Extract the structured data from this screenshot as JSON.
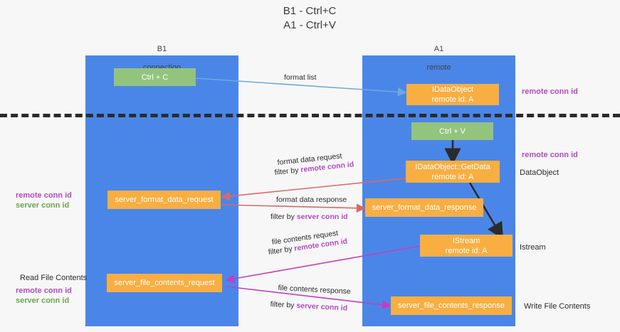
{
  "heading": {
    "line1": "B1 - Ctrl+C",
    "line2": "A1 - Ctrl+V"
  },
  "lanes": [
    {
      "id": "b1",
      "title_line1": "B1",
      "title_line2": "connection",
      "color": "#4a86e8"
    },
    {
      "id": "a1",
      "title_line1": "A1",
      "title_line2": "remote",
      "color": "#4a86e8"
    }
  ],
  "boxes": {
    "ctrl_c": {
      "label": "Ctrl + C",
      "sub": ""
    },
    "idataobject": {
      "label": "IDataObject",
      "sub": "remote id: A"
    },
    "ctrl_v": {
      "label": "Ctrl + V",
      "sub": ""
    },
    "getdata": {
      "label": "IDataObject::GetData",
      "sub": "remote id: A"
    },
    "server_format_data_request": {
      "label": "server_format_data_request",
      "sub": ""
    },
    "server_format_data_response": {
      "label": "server_format_data_response",
      "sub": ""
    },
    "istream": {
      "label": "IStream",
      "sub": "remote id: A"
    },
    "server_file_contents_request": {
      "label": "server_file_contents_request",
      "sub": ""
    },
    "server_file_contents_response": {
      "label": "server_file_contents_response",
      "sub": ""
    }
  },
  "edge_labels": {
    "format_list": "format list",
    "format_data_request": "format data request",
    "format_data_request_filter_prefix": "filter by ",
    "format_data_request_filter_key": "remote conn id",
    "format_data_response": "format data response",
    "format_data_response_filter_prefix": "filter by ",
    "format_data_response_filter_key": "server conn id",
    "file_contents_request": "file contents request",
    "file_contents_request_filter_prefix": "filter by ",
    "file_contents_request_filter_key": "remote conn id",
    "file_contents_response": "file contents response",
    "file_contents_response_filter_prefix": "filter by ",
    "file_contents_response_filter_key": "server conn id"
  },
  "annotations": {
    "right_remote_conn_id_top": "remote conn id",
    "right_remote_conn_id_mid": "remote conn id",
    "right_dataobject": "DataObject",
    "right_istream": "Istream",
    "right_write_file_contents": "Write File Contents",
    "left_remote_conn_id": "remote conn id",
    "left_server_conn_id": "server conn id",
    "left_read_file_contents": "Read File Contents",
    "left_remote_conn_id_2": "remote conn id",
    "left_server_conn_id_2": "server conn id"
  },
  "colors": {
    "lane": "#4a86e8",
    "green_box": "#93c47d",
    "orange_box": "#f9ae42",
    "purple_text": "#b44ac0",
    "green_text": "#6aa84f",
    "arrow_blue": "#6fa8dc",
    "arrow_red": "#e06666",
    "arrow_magenta": "#c23fc2",
    "arrow_black": "#2b2b2b",
    "separator": "#2b2b2b"
  }
}
